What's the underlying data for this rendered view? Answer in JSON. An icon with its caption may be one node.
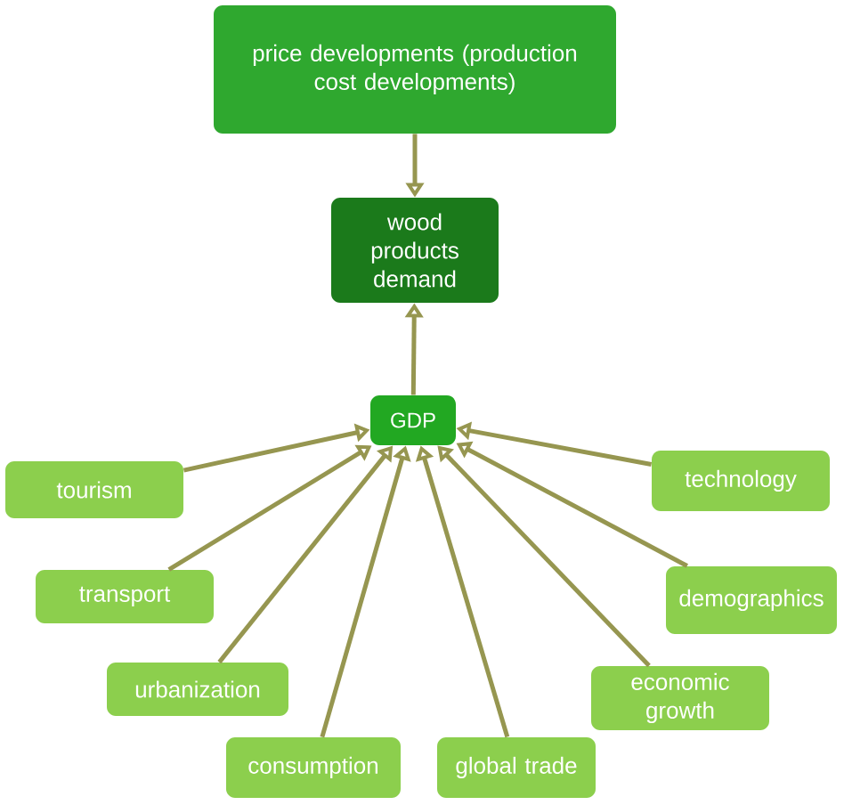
{
  "diagram": {
    "nodes": [
      {
        "text": [
          "price developments (production cost developments)"
        ]
      },
      {
        "text": [
          "wood products demand"
        ]
      },
      {
        "text": [
          "GDP"
        ]
      },
      {
        "text": [
          "tourism"
        ]
      },
      {
        "text": [
          "technology"
        ]
      },
      {
        "text": [
          "transport"
        ]
      },
      {
        "text": [
          "demographics"
        ]
      },
      {
        "text": [
          "urbanization"
        ]
      },
      {
        "text": [
          "economic growth"
        ]
      },
      {
        "text": [
          "consumption"
        ]
      },
      {
        "text": [
          "global trade"
        ]
      }
    ],
    "edges": [
      {
        "from": 0,
        "to": 1,
        "arrow": "to"
      },
      {
        "from": 2,
        "to": 1,
        "arrow": "to"
      },
      {
        "from": 3,
        "to": 2,
        "arrow": "to"
      },
      {
        "from": 4,
        "to": 2,
        "arrow": "to"
      },
      {
        "from": 5,
        "to": 2,
        "arrow": "to"
      },
      {
        "from": 6,
        "to": 2,
        "arrow": "to"
      },
      {
        "from": 7,
        "to": 2,
        "arrow": "to"
      },
      {
        "from": 8,
        "to": 2,
        "arrow": "to"
      },
      {
        "from": 9,
        "to": 2,
        "arrow": "to"
      },
      {
        "from": 10,
        "to": 2,
        "arrow": "to"
      }
    ]
  }
}
